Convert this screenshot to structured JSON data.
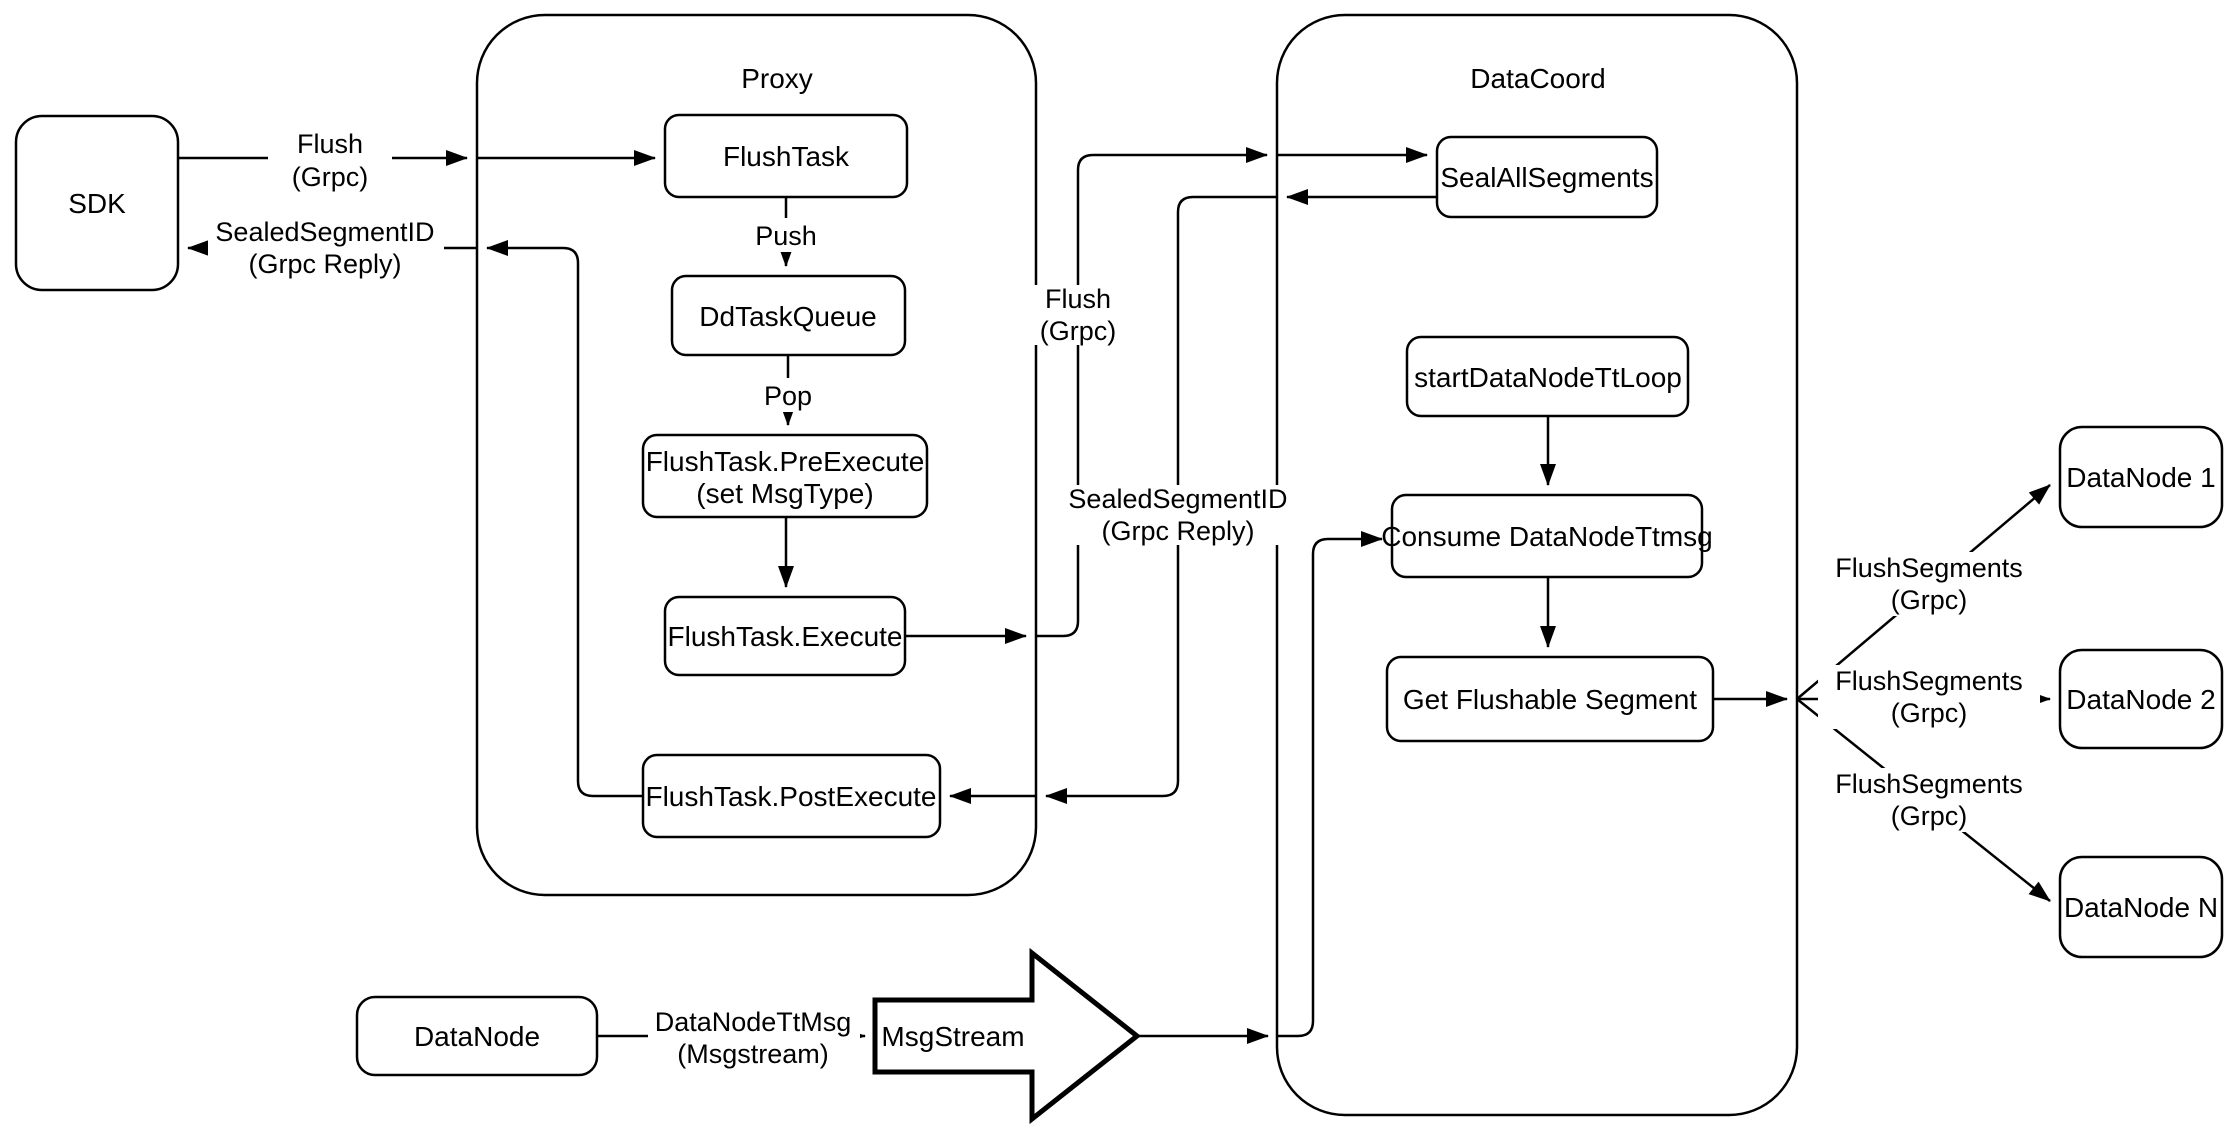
{
  "containers": {
    "proxy": "Proxy",
    "datacoord": "DataCoord"
  },
  "nodes": {
    "sdk": "SDK",
    "flush_task": "FlushTask",
    "dd_task_queue": "DdTaskQueue",
    "pre_execute_line1": "FlushTask.PreExecute",
    "pre_execute_line2": "(set MsgType)",
    "execute": "FlushTask.Execute",
    "post_execute": "FlushTask.PostExecute",
    "seal_all_segments": "SealAllSegments",
    "start_datanode_tt_loop": "startDataNodeTtLoop",
    "consume_datanode_ttmsg": "Consume DataNodeTtmsg",
    "get_flushable_segment": "Get Flushable Segment",
    "datanode_1": "DataNode 1",
    "datanode_2": "DataNode 2",
    "datanode_n": "DataNode N",
    "datanode": "DataNode",
    "msgstream": "MsgStream"
  },
  "edge_labels": {
    "sdk_flush_line1": "Flush",
    "sdk_flush_line2": "(Grpc)",
    "sdk_reply_line1": "SealedSegmentID",
    "sdk_reply_line2": "(Grpc Reply)",
    "push": "Push",
    "pop": "Pop",
    "dc_flush_line1": "Flush",
    "dc_flush_line2": "(Grpc)",
    "dc_reply_line1": "SealedSegmentID",
    "dc_reply_line2": "(Grpc Reply)",
    "flush_segments_1_line1": "FlushSegments",
    "flush_segments_1_line2": "(Grpc)",
    "flush_segments_2_line1": "FlushSegments",
    "flush_segments_2_line2": "(Grpc)",
    "flush_segments_3_line1": "FlushSegments",
    "flush_segments_3_line2": "(Grpc)",
    "datanode_ttmsg_line1": "DataNodeTtMsg",
    "datanode_ttmsg_line2": "(Msgstream)"
  },
  "colors": {
    "stroke": "#000000",
    "background": "#ffffff"
  }
}
